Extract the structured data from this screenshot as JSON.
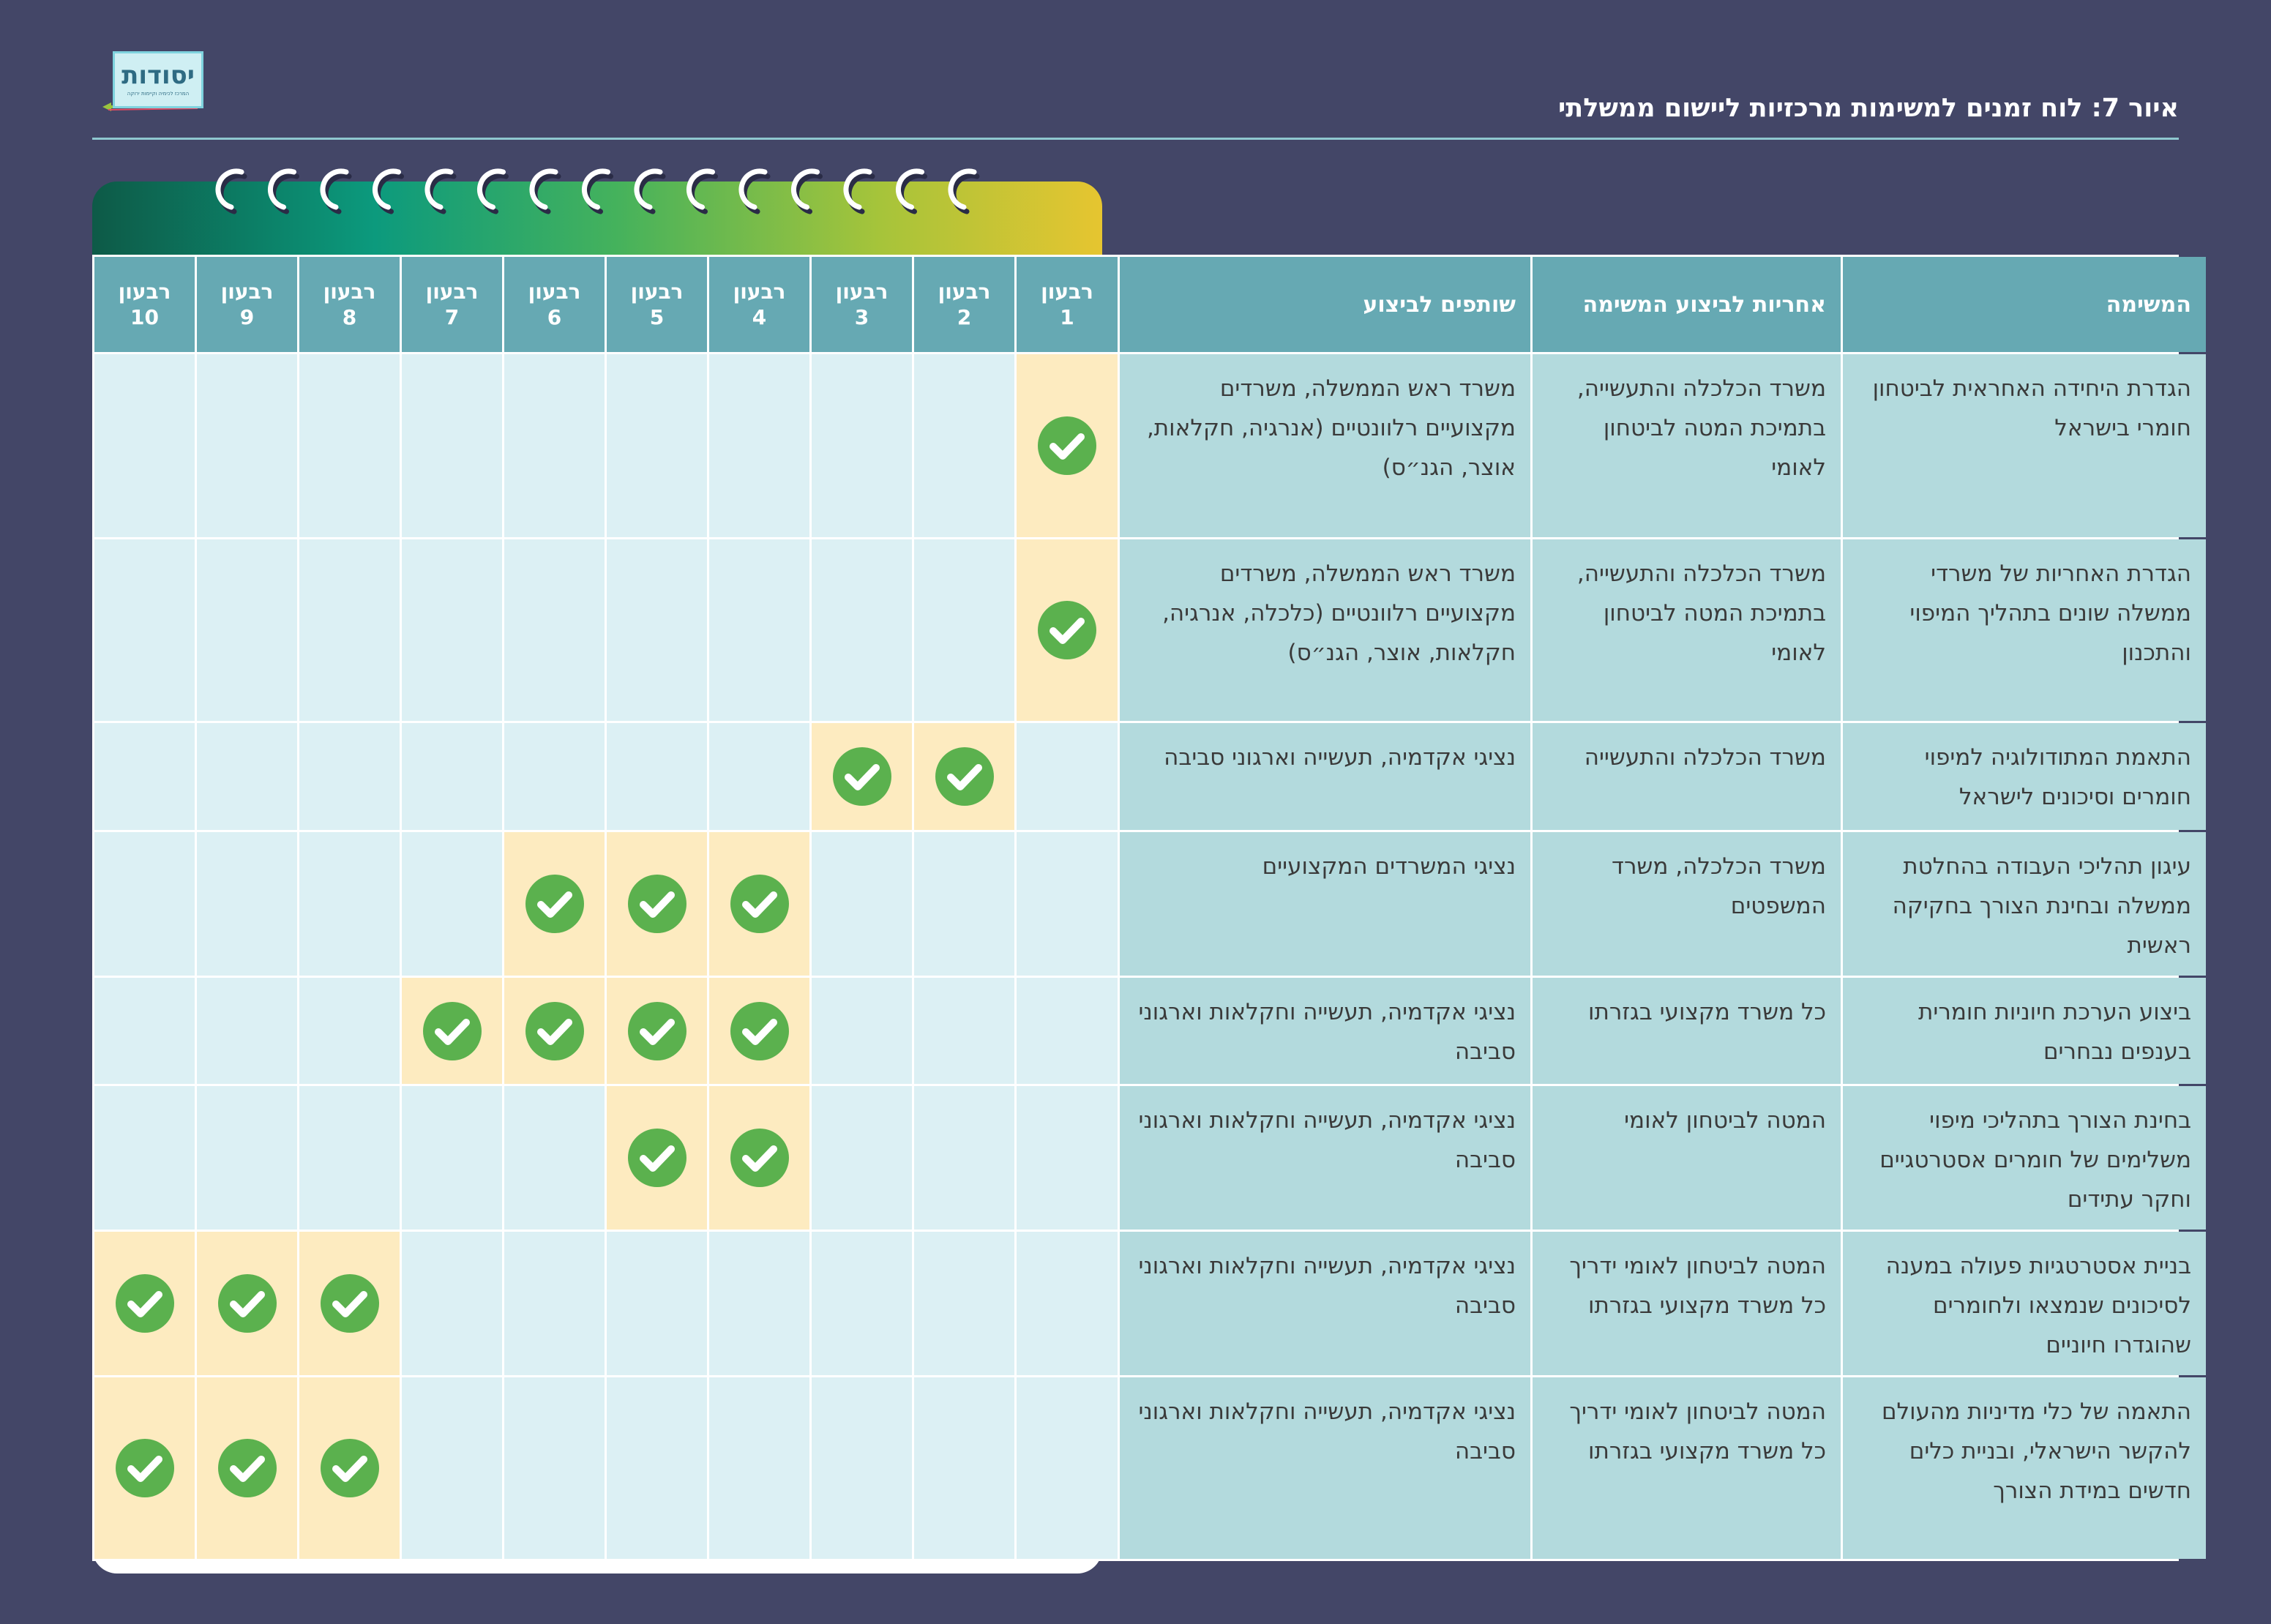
{
  "logo": {
    "text": "יסודות",
    "subtitle": "המרכז לכימיה וקיימות ירוקה"
  },
  "title": "איור 7: לוח זמנים למשימות מרכזיות ליישום ממשלתי",
  "colors": {
    "background": "#434667",
    "header": "#66a9b3",
    "text_cell": "#b3dadd",
    "quarter_empty": "#dcf0f4",
    "quarter_active": "#fdebc0",
    "check": "#5bb14e"
  },
  "columns": {
    "task": "המשימה",
    "responsibility": "אחריות לביצוע המשימה",
    "partners": "שותפים לביצוע",
    "quarters": [
      {
        "word": "רבעון",
        "num": "1"
      },
      {
        "word": "רבעון",
        "num": "2"
      },
      {
        "word": "רבעון",
        "num": "3"
      },
      {
        "word": "רבעון",
        "num": "4"
      },
      {
        "word": "רבעון",
        "num": "5"
      },
      {
        "word": "רבעון",
        "num": "6"
      },
      {
        "word": "רבעון",
        "num": "7"
      },
      {
        "word": "רבעון",
        "num": "8"
      },
      {
        "word": "רבעון",
        "num": "9"
      },
      {
        "word": "רבעון",
        "num": "10"
      }
    ]
  },
  "rows": [
    {
      "task": "הגדרת היחידה האחראית לביטחון חומרי בישראל",
      "responsibility": " משרד הכלכלה והתעשייה, בתמיכת המטה לביטחון לאומי",
      "partners": "משרד ראש הממשלה, משרדים מקצועיים רלוונטיים (אנרגיה, חקלאות, אוצר, הגנ״ס)",
      "quarters": [
        1
      ]
    },
    {
      "task": "הגדרת האחריות של משרדי ממשלה שונים בתהליך המיפוי והתכנון",
      "responsibility": "משרד הכלכלה והתעשייה, בתמיכת המטה לביטחון לאומי",
      "partners": "משרד ראש הממשלה, משרדים מקצועיים רלוונטיים (כלכלה, אנרגיה, חקלאות, אוצר, הגנ״ס)",
      "quarters": [
        1
      ]
    },
    {
      "task": "התאמת המתודולוגיה למיפוי חומרים וסיכונים לישראל",
      "responsibility": "משרד הכלכלה והתעשייה",
      "partners": "נציגי אקדמיה, תעשייה וארגוני סביבה",
      "quarters": [
        2,
        3
      ]
    },
    {
      "task": "עיגון תהליכי העבודה בהחלטת ממשלה ובחינת הצורך בחקיקה ראשית",
      "responsibility": "משרד הכלכלה, משרד המשפטים",
      "partners": "נציגי המשרדים המקצועיים",
      "quarters": [
        4,
        5,
        6
      ]
    },
    {
      "task": "ביצוע הערכת חיוניות חומרית בענפים נבחרים",
      "responsibility": "כל משרד מקצועי בגזרתו",
      "partners": "נציגי אקדמיה, תעשייה וחקלאות וארגוני סביבה",
      "quarters": [
        4,
        5,
        6,
        7
      ]
    },
    {
      "task": "בחינת הצורך בתהליכי מיפוי משלימים של חומרים אסטרטגיים וחקר עתידים",
      "responsibility": "המטה לביטחון לאומי",
      "partners": "נציגי אקדמיה, תעשייה וחקלאות וארגוני סביבה",
      "quarters": [
        4,
        5
      ]
    },
    {
      "task": "בניית אסטרטגיות פעולה במענה לסיכונים שנמצאו ולחומרים שהוגדרו חיוניים",
      "responsibility": "המטה לביטחון לאומי ידריך כל משרד מקצועי בגזרתו",
      "partners": "נציגי אקדמיה, תעשייה וחקלאות וארגוני סביבה",
      "quarters": [
        8,
        9,
        10
      ]
    },
    {
      "task": "התאמה של כלי מדיניות מהעולם להקשר הישראלי, ובניית כלים חדשים במידת הצורך",
      "responsibility": "המטה לביטחון לאומי ידריך כל משרד מקצועי בגזרתו",
      "partners": "נציגי אקדמיה, תעשייה וחקלאות וארגוני סביבה",
      "quarters": [
        8,
        9,
        10
      ]
    }
  ]
}
